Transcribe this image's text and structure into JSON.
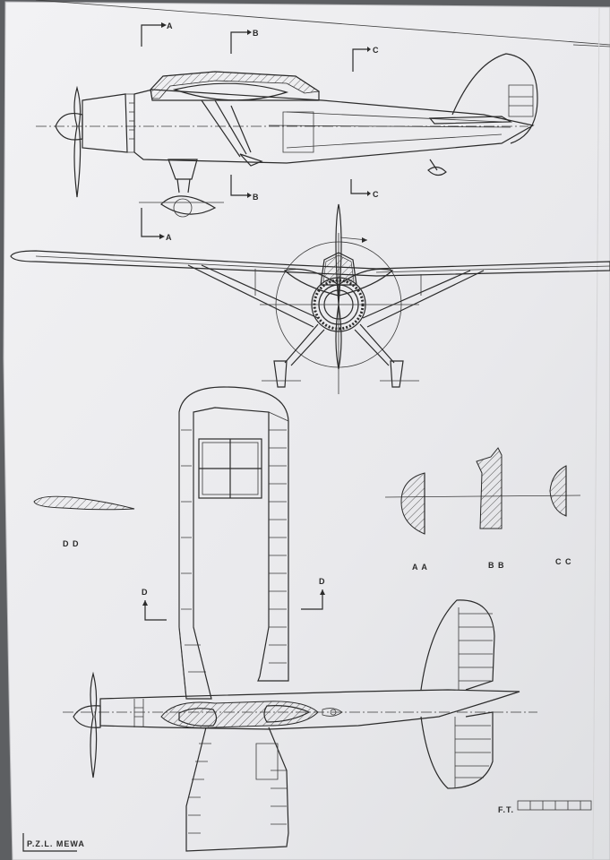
{
  "document": {
    "title": "P.Z.L. MEWA",
    "author_initials": "F.T.",
    "colors": {
      "paper": "#eeeef0",
      "ink": "#2b2b2b",
      "background": "#5d5f62"
    }
  },
  "section_markers": {
    "a": "A",
    "b": "B",
    "c": "C",
    "d": "D"
  },
  "section_labels": {
    "aa": "A A",
    "bb": "B B",
    "cc": "C C",
    "dd": "D D"
  }
}
